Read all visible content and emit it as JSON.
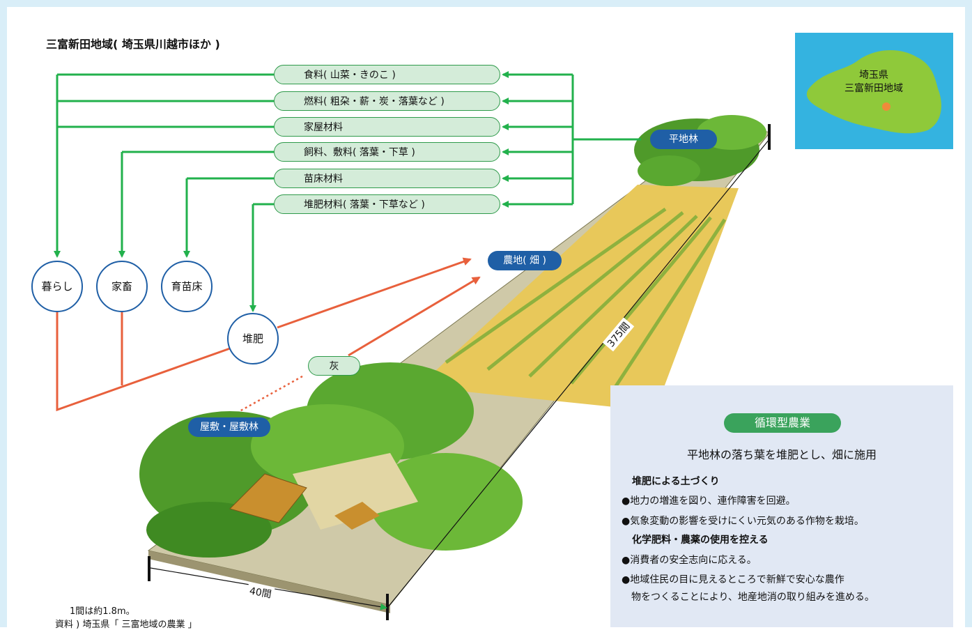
{
  "title": "三富新田地域( 埼玉県川越市ほか )",
  "resources": [
    "食料( 山菜・きのこ )",
    "燃料( 粗朶・薪・炭・落葉など )",
    "家屋材料",
    "飼料、敷料( 落葉・下草 )",
    "苗床材料",
    "堆肥材料( 落葉・下草など )"
  ],
  "uses": [
    "暮らし",
    "家畜",
    "育苗床"
  ],
  "compost": "堆肥",
  "ash": "灰",
  "zones": {
    "forest": "平地林",
    "farmland": "農地( 畑 )",
    "homestead": "屋敷・屋敷林"
  },
  "map": {
    "prefecture": "埼玉県",
    "area": "三富新田地域"
  },
  "dimensions": {
    "length": "375間",
    "width": "40間"
  },
  "notes": [
    "1間は約1.8m。",
    "資料 ) 埼玉県「 三富地域の農業 」"
  ],
  "info": {
    "tag": "循環型農業",
    "subtitle": "平地林の落ち葉を堆肥とし、畑に施用",
    "heading1": "堆肥による土づくり",
    "items1": [
      "●地力の増進を図り、連作障害を回避。",
      "●気象変動の影響を受けにくい元気のある作物を栽培。"
    ],
    "heading2": "化学肥料・農薬の使用を控える",
    "items2": [
      "●消費者の安全志向に応える。",
      "●地域住民の目に見えるところで新鮮で安心な農作",
      "　物をつくることにより、地産地消の取り組みを進める。"
    ]
  },
  "colors": {
    "green_arrow": "#22b14c",
    "red_arrow": "#e8603c",
    "blue": "#1f5fa6",
    "pill_fill": "#d4ecd9",
    "map_sea": "#34b3e0",
    "map_land": "#8fc93a",
    "info_bg": "#e1e8f4"
  }
}
